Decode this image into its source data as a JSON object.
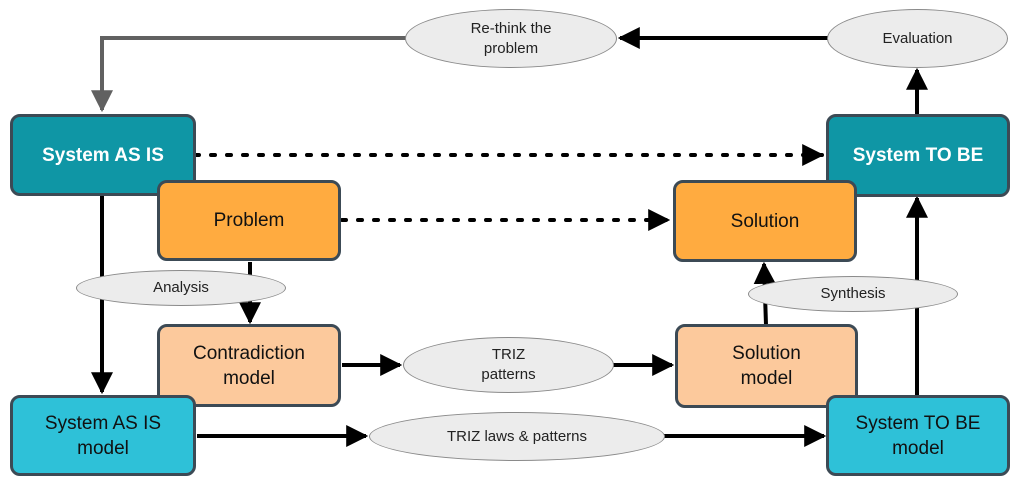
{
  "nodes": {
    "system_as_is": "System AS IS",
    "system_to_be": "System TO BE",
    "problem": "Problem",
    "solution": "Solution",
    "contradiction_model": "Contradiction\nmodel",
    "solution_model": "Solution\nmodel",
    "system_as_is_model": "System AS IS\nmodel",
    "system_to_be_model": "System TO BE\nmodel"
  },
  "edge_labels": {
    "rethink": "Re-think the\nproblem",
    "evaluation": "Evaluation",
    "analysis": "Analysis",
    "synthesis": "Synthesis",
    "triz_patterns": "TRIZ\npatterns",
    "triz_laws": "TRIZ laws & patterns"
  },
  "colors": {
    "system_dark": "#0f96a5",
    "system_light": "#2ec1d8",
    "problem_orange": "#ffab40",
    "model_peach": "#fcc99c",
    "ellipse_fill": "#ececec",
    "arrow_black": "#000000",
    "arrow_gray": "#616161"
  }
}
